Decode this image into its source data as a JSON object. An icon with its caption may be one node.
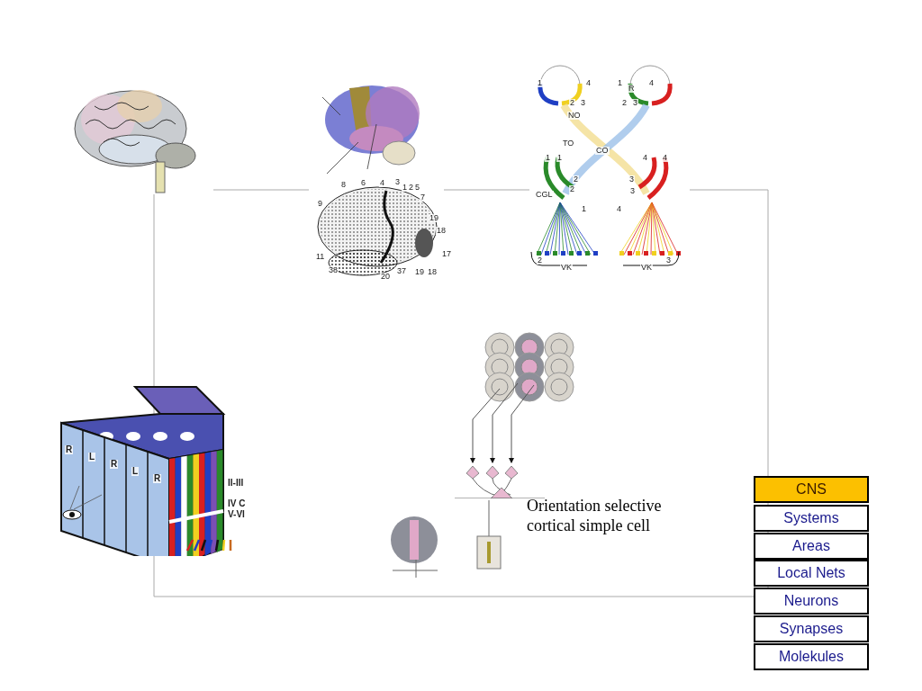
{
  "diagram": {
    "nodes": [
      {
        "text": [],
        "shape": "picture"
      },
      {
        "text": [],
        "shape": "picture"
      },
      {
        "text": [],
        "shape": "picture"
      },
      {
        "text": [],
        "shape": "picture"
      },
      {
        "text": [],
        "shape": "picture"
      },
      {
        "text": [],
        "shape": "picture"
      },
      {
        "text": [],
        "shape": "picture"
      },
      {
        "text": [
          "CNS"
        ]
      },
      {
        "text": [
          "Systems"
        ]
      },
      {
        "text": [
          "Areas"
        ]
      },
      {
        "text": [
          "Local Nets"
        ]
      },
      {
        "text": [
          "Neurons"
        ]
      },
      {
        "text": [
          "Synapses"
        ]
      },
      {
        "text": [
          "Molekules"
        ]
      }
    ],
    "labels": [
      "1",
      "4",
      "2",
      "3",
      "NO",
      "1",
      "R",
      "4",
      "2",
      "3",
      "TO",
      "CO",
      "1",
      "1",
      "4",
      "4",
      "2",
      "2",
      "3",
      "3",
      "CGL",
      "1",
      "4",
      "2",
      "3",
      "VK",
      "VK",
      "8",
      "6",
      "4",
      "3",
      "1",
      "2",
      "5",
      "7",
      "9",
      "19",
      "18",
      "11",
      "17",
      "38",
      "37",
      "19",
      "18",
      "20",
      "R",
      "L",
      "R",
      "L",
      "R",
      "II-III",
      "IV C",
      "V-VI",
      "Orientation selective cortical simple cell"
    ]
  }
}
